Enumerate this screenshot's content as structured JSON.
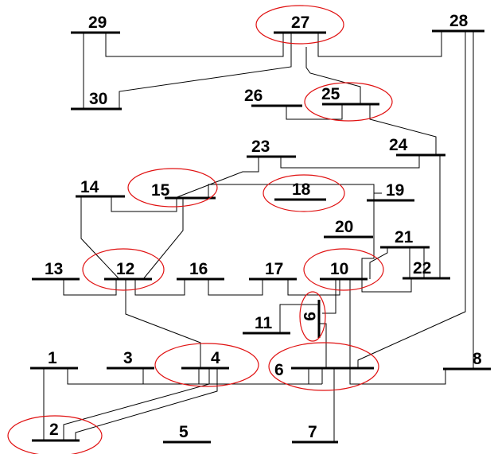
{
  "diagram": {
    "buses": [
      {
        "id": "1",
        "label": "1"
      },
      {
        "id": "2",
        "label": "2"
      },
      {
        "id": "3",
        "label": "3"
      },
      {
        "id": "4",
        "label": "4"
      },
      {
        "id": "5",
        "label": "5"
      },
      {
        "id": "6",
        "label": "6"
      },
      {
        "id": "7",
        "label": "7"
      },
      {
        "id": "8",
        "label": "8"
      },
      {
        "id": "9",
        "label": "9"
      },
      {
        "id": "10",
        "label": "10"
      },
      {
        "id": "11",
        "label": "11"
      },
      {
        "id": "12",
        "label": "12"
      },
      {
        "id": "13",
        "label": "13"
      },
      {
        "id": "14",
        "label": "14"
      },
      {
        "id": "15",
        "label": "15"
      },
      {
        "id": "16",
        "label": "16"
      },
      {
        "id": "17",
        "label": "17"
      },
      {
        "id": "18",
        "label": "18"
      },
      {
        "id": "19",
        "label": "19"
      },
      {
        "id": "20",
        "label": "20"
      },
      {
        "id": "21",
        "label": "21"
      },
      {
        "id": "22",
        "label": "22"
      },
      {
        "id": "23",
        "label": "23"
      },
      {
        "id": "24",
        "label": "24"
      },
      {
        "id": "25",
        "label": "25"
      },
      {
        "id": "26",
        "label": "26"
      },
      {
        "id": "27",
        "label": "27"
      },
      {
        "id": "28",
        "label": "28"
      },
      {
        "id": "29",
        "label": "29"
      },
      {
        "id": "30",
        "label": "30"
      }
    ],
    "circled_buses": [
      "2",
      "4",
      "6",
      "9",
      "10",
      "12",
      "15",
      "18",
      "25",
      "27"
    ],
    "highlight_color": "#e01010",
    "line_color": "#000000"
  }
}
